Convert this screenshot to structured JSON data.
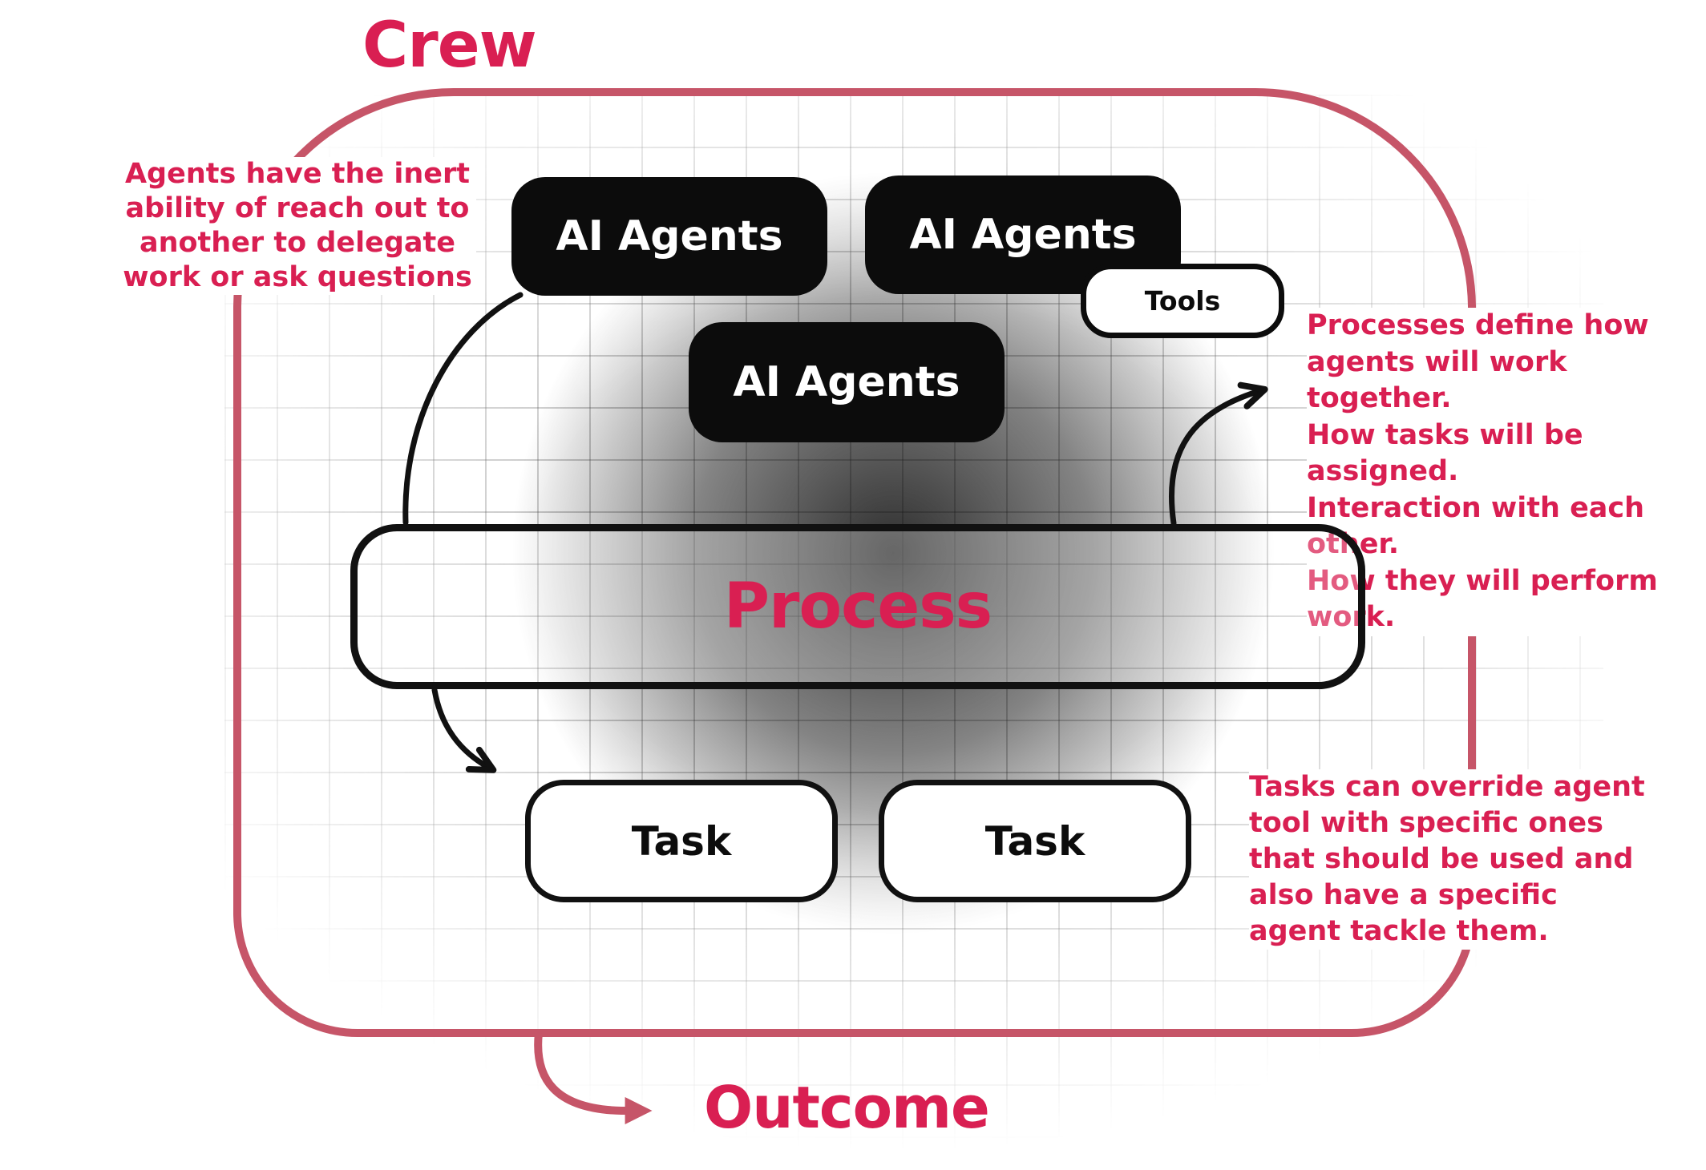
{
  "diagram": {
    "title": "Crew",
    "nodes": {
      "ai_agent_1": "AI Agents",
      "ai_agent_2": "AI Agents",
      "ai_agent_3": "AI Agents",
      "tools": "Tools",
      "process": "Process",
      "task_1": "Task",
      "task_2": "Task"
    },
    "annotations": {
      "agents_note": "Agents have the inert\nability of reach out to\nanother to delegate\nwork or ask questions",
      "process_note": "Processes define how\nagents will work together.\nHow tasks will be assigned.\nInteraction with each other.\nHow they will perform work.",
      "tasks_note": "Tasks can override agent\ntool with specific ones\nthat should be used and\nalso have a specific\nagent tackle them."
    },
    "outcome_label": "Outcome",
    "colors": {
      "accent_text": "#D91F52",
      "border_red": "#C65568",
      "box_black": "#0C0C0C"
    }
  }
}
